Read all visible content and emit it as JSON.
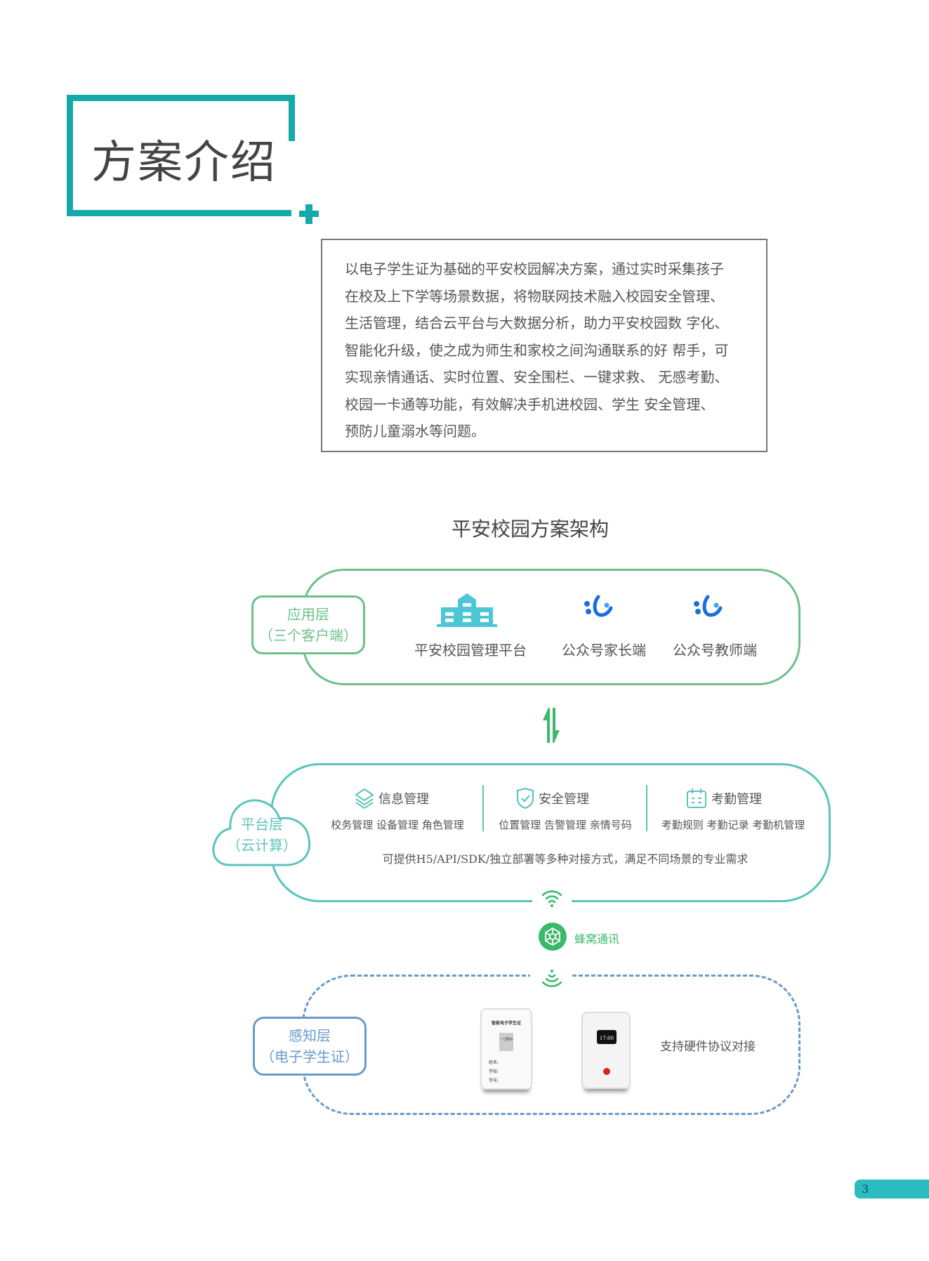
{
  "header": {
    "title": "方案介绍"
  },
  "intro": {
    "lines": [
      "以电子学生证为基础的平安校园解决方案，通过实时采集孩子",
      "在校及上下学等场景数据，将物联网技术融入校园安全管理、",
      "生活管理，结合云平台与大数据分析，助力平安校园数 字化、",
      "智能化升级，使之成为师生和家校之间沟通联系的好 帮手，可",
      "实现亲情通话、实时位置、安全围栏、一键求救、 无感考勤、",
      "校园一卡通等功能，有效解决手机进校园、学生 安全管理、",
      "预防儿童溺水等问题。"
    ]
  },
  "architecture": {
    "title": "平安校园方案架构",
    "app_layer": {
      "name": "应用层",
      "sub": "（三个客户端）",
      "items": [
        "平安校园管理平台",
        "公众号家长端",
        "公众号教师端"
      ]
    },
    "platform_layer": {
      "name": "平台层",
      "sub": "（云计算）",
      "columns": [
        {
          "title": "信息管理",
          "items": "校务管理 设备管理 角色管理"
        },
        {
          "title": "安全管理",
          "items": "位置管理 告警管理 亲情号码"
        },
        {
          "title": "考勤管理",
          "items": "考勤规则 考勤记录 考勤机管理"
        }
      ],
      "note": "可提供H5/API/SDK/独立部署等多种对接方式，满足不同场景的专业需求"
    },
    "network": {
      "label": "蜂窝通讯"
    },
    "sense_layer": {
      "name": "感知层",
      "sub": "（电子学生证）",
      "note": "支持硬件协议对接",
      "card": {
        "title": "智能电子学生证",
        "photo": "一寸照片",
        "fields": [
          "姓名:",
          "学校:",
          "学号:"
        ]
      },
      "device": {
        "time": "17:00"
      }
    }
  },
  "page": {
    "number": "3"
  },
  "colors": {
    "teal": "#16a9a9",
    "green": "#6cc08a",
    "platform": "#5bc4bc",
    "sense": "#6a9acb"
  }
}
